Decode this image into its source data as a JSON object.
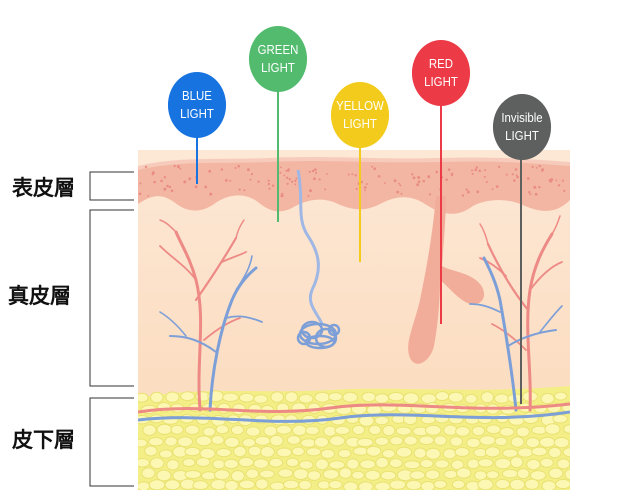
{
  "layers": {
    "epidermis": "表皮層",
    "dermis": "真皮層",
    "hypodermis": "皮下層"
  },
  "lights": [
    {
      "line1": "BLUE",
      "line2": "LIGHT",
      "color": "#1673e0"
    },
    {
      "line1": "GREEN",
      "line2": "LIGHT",
      "color": "#52bb6e"
    },
    {
      "line1": "YELLOW",
      "line2": "LIGHT",
      "color": "#f2cb1c"
    },
    {
      "line1": "RED",
      "line2": "LIGHT",
      "color": "#ec3a46"
    },
    {
      "line1": "Invisible",
      "line2": "LIGHT",
      "color": "#5e5f5f"
    }
  ],
  "colors": {
    "epidermis": "#f3b6a2",
    "dermis": "#fbe3cc",
    "hypodermis": "#f3ee86",
    "fat_cells": "#fbf7a8",
    "vessel_red": "#ee8a86",
    "vessel_blue": "#7d9fd8"
  }
}
